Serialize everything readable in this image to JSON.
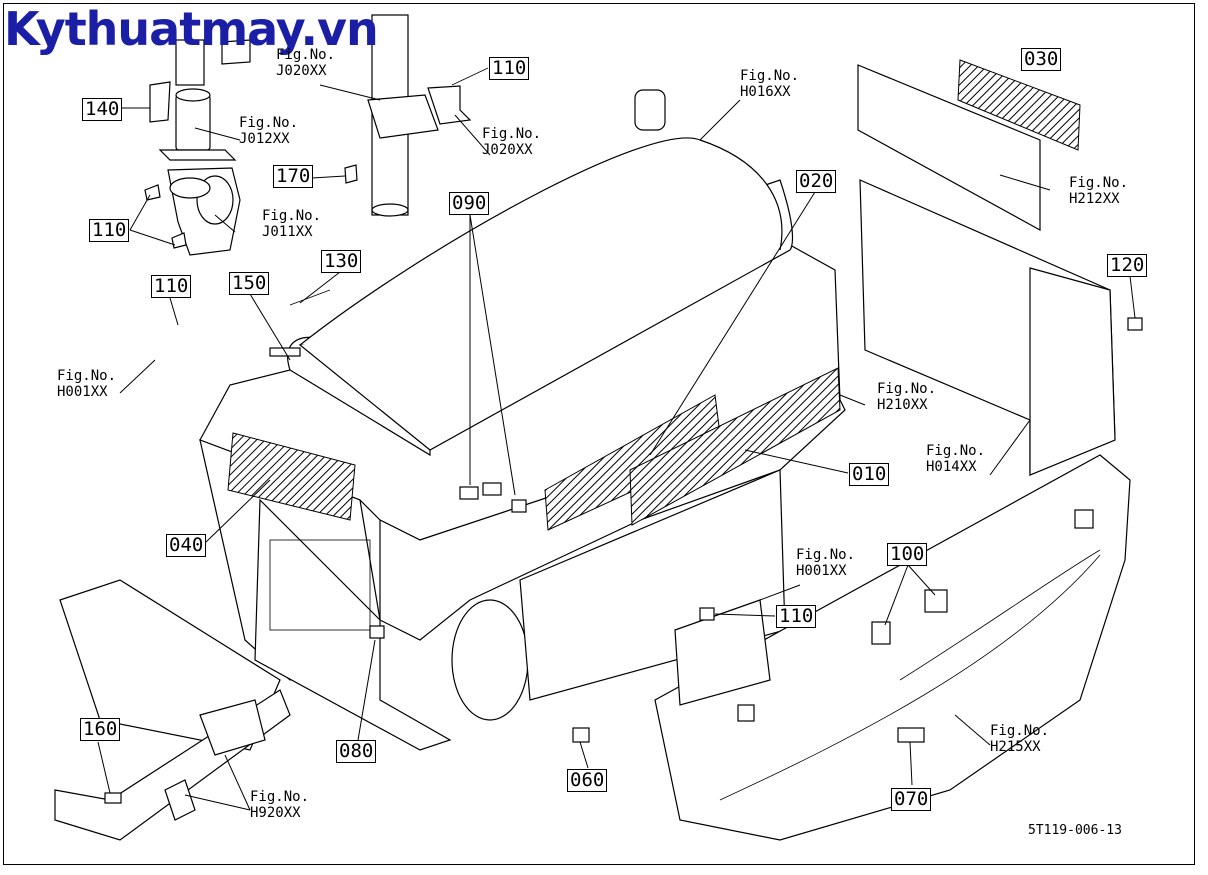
{
  "watermark": "Kythuatmay.vn",
  "diagram_code": "5T119-006-13",
  "part_callouts": [
    "030",
    "110",
    "140",
    "170",
    "090",
    "020",
    "120",
    "110",
    "110",
    "150",
    "130",
    "010",
    "040",
    "100",
    "110",
    "160",
    "080",
    "060",
    "070"
  ],
  "figure_refs": [
    {
      "prefix": "Fig.No.",
      "code": "J020XX"
    },
    {
      "prefix": "Fig.No.",
      "code": "J012XX"
    },
    {
      "prefix": "Fig.No.",
      "code": "J020XX"
    },
    {
      "prefix": "Fig.No.",
      "code": "J011XX"
    },
    {
      "prefix": "Fig.No.",
      "code": "H016XX"
    },
    {
      "prefix": "Fig.No.",
      "code": "H212XX"
    },
    {
      "prefix": "Fig.No.",
      "code": "H001XX"
    },
    {
      "prefix": "Fig.No.",
      "code": "H210XX"
    },
    {
      "prefix": "Fig.No.",
      "code": "H014XX"
    },
    {
      "prefix": "Fig.No.",
      "code": "H001XX"
    },
    {
      "prefix": "Fig.No.",
      "code": "H215XX"
    },
    {
      "prefix": "Fig.No.",
      "code": "H920XX"
    }
  ]
}
